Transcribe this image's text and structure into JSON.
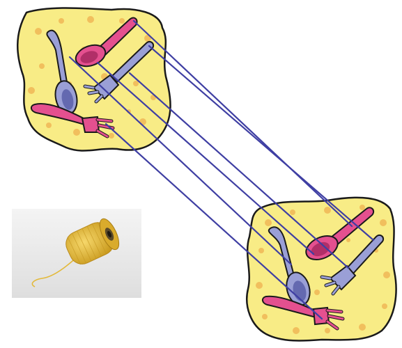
{
  "scene": {
    "description_icons": [
      "blob-group-top",
      "blob-group-bottom",
      "string-spool-photo"
    ],
    "colors": {
      "blob_fill": "#f8ec86",
      "blob_dots": "#f1bf5d",
      "outline": "#1a1a1a",
      "pink": "#e4508f",
      "pink_dark": "#b12f68",
      "lavender": "#9a9fd6",
      "lavender_dark": "#6469b0",
      "line": "#3f3fa3",
      "spool": "#e3b93a",
      "photo_bg": "#ececec"
    },
    "items": [
      {
        "name": "pink-spoon",
        "color": "pink"
      },
      {
        "name": "lavender-spoon",
        "color": "lavender"
      },
      {
        "name": "lavender-fork",
        "color": "lavender"
      },
      {
        "name": "pink-fork",
        "color": "pink"
      }
    ]
  }
}
